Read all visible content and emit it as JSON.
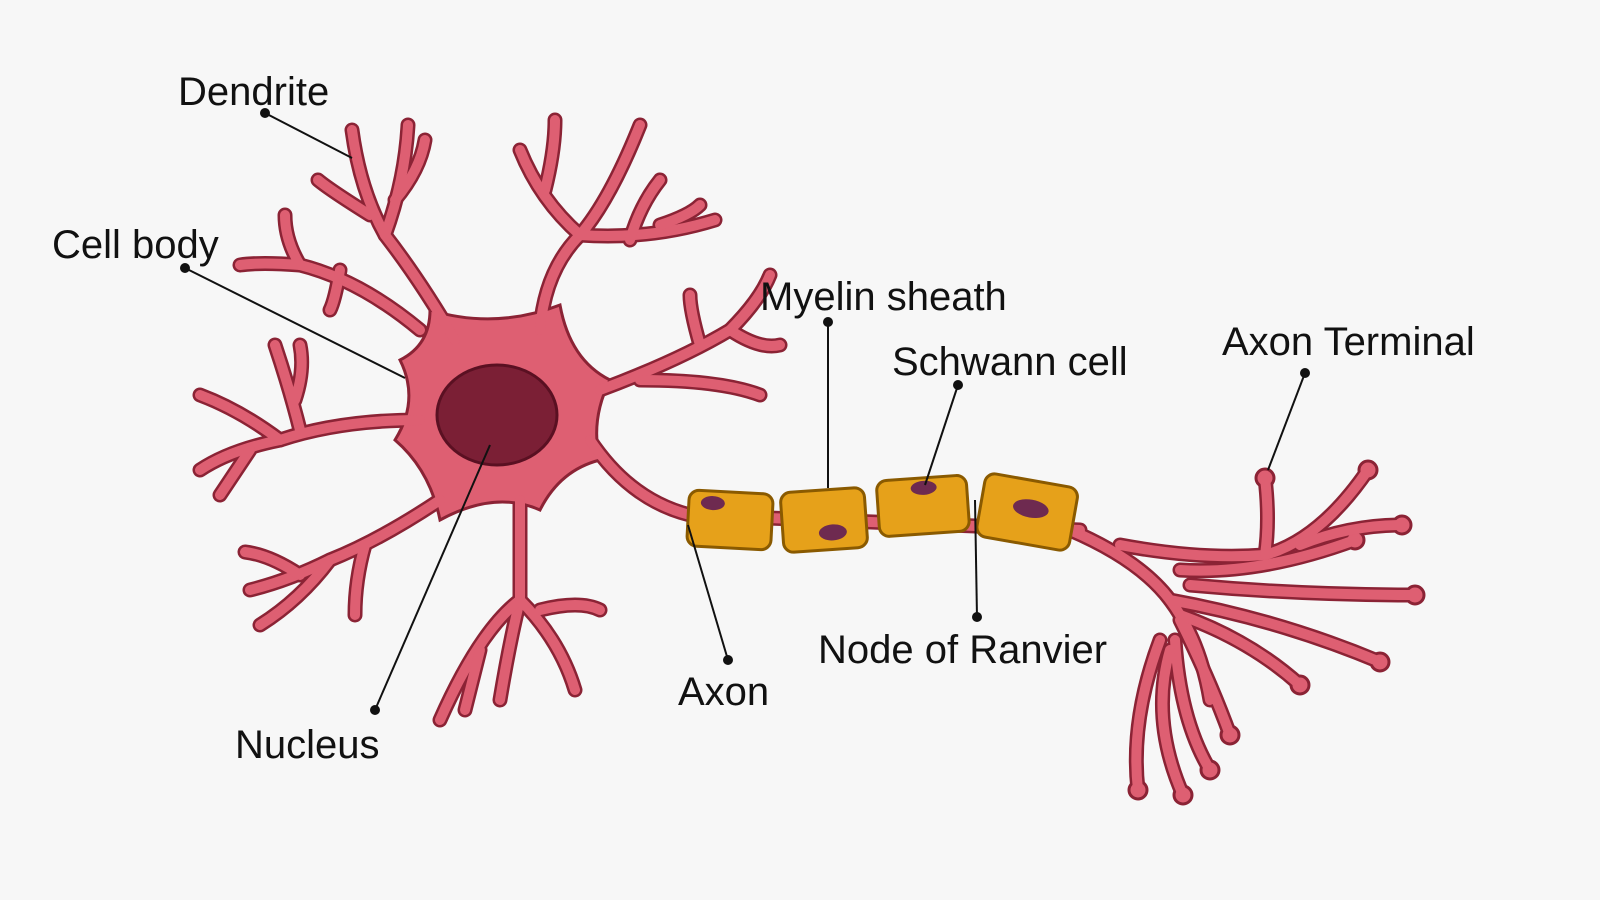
{
  "title": "Neuron structure",
  "labels": {
    "dendrite": "Dendrite",
    "cell_body": "Cell body",
    "nucleus": "Nucleus",
    "myelin_sheath": "Myelin sheath",
    "schwann_cell": "Schwann cell",
    "axon_terminal": "Axon Terminal",
    "node_of_ranvier": "Node of Ranvier",
    "axon": "Axon"
  },
  "colors": {
    "background": "#f7f7f7",
    "cell_fill": "#de5f72",
    "cell_outline": "#8b2335",
    "nucleus": "#7b1f35",
    "myelin": "#e6a11a",
    "myelin_outline": "#8a5a00",
    "schwann_nucleus": "#6e2a50"
  }
}
